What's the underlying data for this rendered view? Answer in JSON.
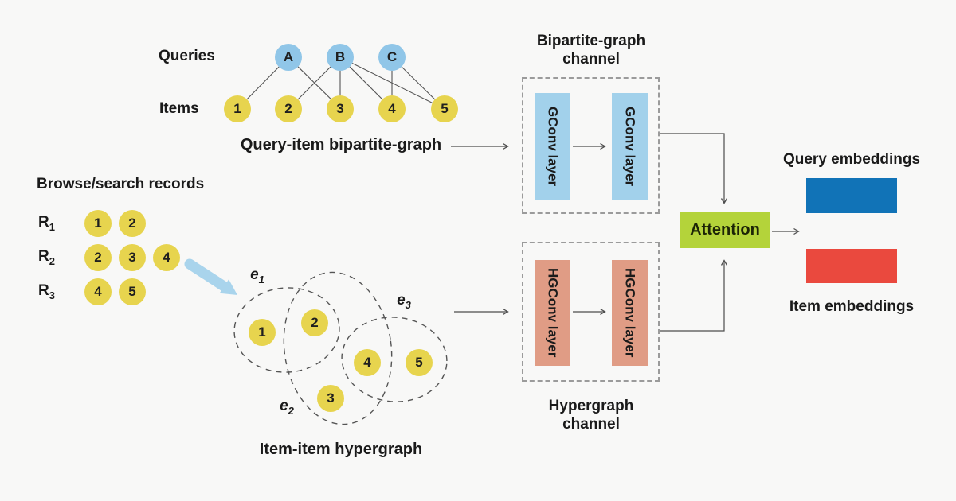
{
  "bipartite_graph": {
    "queries_label": "Queries",
    "items_label": "Items",
    "query_nodes": [
      "A",
      "B",
      "C"
    ],
    "item_nodes": [
      "1",
      "2",
      "3",
      "4",
      "5"
    ],
    "edges": [
      [
        "A",
        "1"
      ],
      [
        "A",
        "3"
      ],
      [
        "B",
        "2"
      ],
      [
        "B",
        "3"
      ],
      [
        "B",
        "4"
      ],
      [
        "B",
        "5"
      ],
      [
        "C",
        "4"
      ],
      [
        "C",
        "5"
      ]
    ],
    "caption": "Query-item bipartite-graph"
  },
  "browse_records": {
    "title": "Browse/search records",
    "rows": [
      {
        "name": "R",
        "sub": "1",
        "items": [
          "1",
          "2"
        ]
      },
      {
        "name": "R",
        "sub": "2",
        "items": [
          "2",
          "3",
          "4"
        ]
      },
      {
        "name": "R",
        "sub": "3",
        "items": [
          "4",
          "5"
        ]
      }
    ]
  },
  "hypergraph": {
    "caption": "Item-item hypergraph",
    "nodes": [
      "1",
      "2",
      "3",
      "4",
      "5"
    ],
    "hyperedges": [
      {
        "name": "e",
        "sub": "1",
        "members": [
          "1",
          "2"
        ]
      },
      {
        "name": "e",
        "sub": "2",
        "members": [
          "2",
          "3",
          "4"
        ]
      },
      {
        "name": "e",
        "sub": "3",
        "members": [
          "4",
          "5"
        ]
      }
    ]
  },
  "channels": {
    "bipartite": {
      "title_line1": "Bipartite-graph",
      "title_line2": "channel",
      "layers": [
        "GConv layer",
        "GConv layer"
      ]
    },
    "hypergraph": {
      "title_line1": "Hypergraph",
      "title_line2": "channel",
      "layers": [
        "HGConv layer",
        "HGConv layer"
      ]
    }
  },
  "attention": {
    "label": "Attention"
  },
  "outputs": {
    "query_embeddings_label": "Query embeddings",
    "item_embeddings_label": "Item embeddings"
  },
  "colors": {
    "background": "#F8F8F7",
    "query_node": "#90C6E8",
    "item_node": "#E7D44E",
    "gconv_layer": "#A2D1EB",
    "hgconv_layer": "#E09C85",
    "attention": "#B4D33A",
    "query_embedding": "#1173B7",
    "item_embedding": "#EA493E",
    "connector": "#4D4D4D"
  }
}
